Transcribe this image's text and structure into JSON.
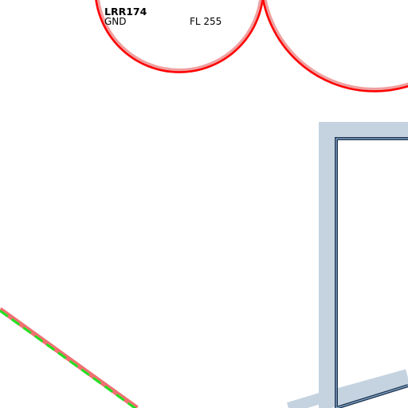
{
  "map": {
    "background": "#ffffff",
    "colors": {
      "restricted_area_stroke": "#ff0000",
      "restricted_area_halo": "#f0a0a0",
      "boundary_band": "#c5d3e1",
      "boundary_line": "#1e3552",
      "route_outer": "#f07070",
      "route_dash": "#22e022"
    },
    "airspace": {
      "name": "LRR174",
      "lower_limit": "GND",
      "upper_limit": "FL 255"
    }
  }
}
